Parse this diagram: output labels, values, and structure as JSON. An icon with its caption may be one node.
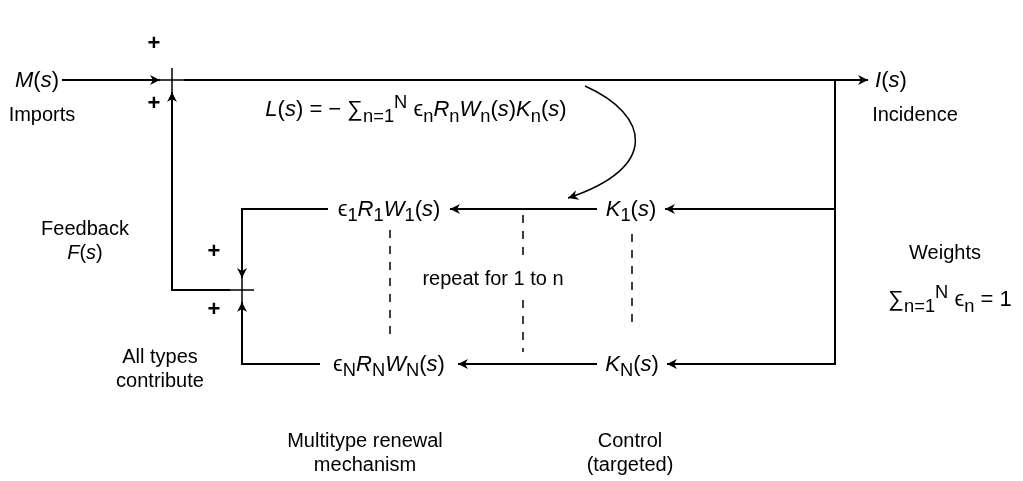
{
  "diagram": {
    "nodes": [
      {
        "text": [
          "*M*(*s*)"
        ],
        "beside": [
          "Imports"
        ]
      },
      {
        "text": [],
        "shape": "cross",
        "beside": [
          "+",
          "+"
        ]
      },
      {
        "text": [
          "*I*(*s*)"
        ],
        "beside": [
          "Incidence"
        ]
      },
      {
        "text": [
          "ϵ$_{1}$*R*$_{1}$*W*$_{1}$(*s*)"
        ]
      },
      {
        "text": [
          "*K*$_{1}$(*s*)"
        ]
      },
      {
        "text": [],
        "shape": "cross",
        "beside": [
          "+",
          "+"
        ]
      },
      {
        "text": [
          "ϵ$_{N}$*R*$_{N}$*W*$_{N}$(*s*)"
        ]
      },
      {
        "text": [
          "*K*$_{N}$(*s*)"
        ]
      }
    ],
    "edges": [
      {
        "from": 0,
        "to": 1,
        "arrow": "to"
      },
      {
        "from": 1,
        "to": 2,
        "arrow": "to"
      },
      {
        "from": 1,
        "to": 4,
        "arrow": "to"
      },
      {
        "from": 1,
        "to": 7,
        "arrow": "to"
      },
      {
        "from": 4,
        "to": 3,
        "arrow": "to"
      },
      {
        "from": 7,
        "to": 6,
        "arrow": "to"
      },
      {
        "from": 3,
        "to": 5,
        "arrow": "to"
      },
      {
        "from": 6,
        "to": 5,
        "arrow": "to"
      },
      {
        "from": 5,
        "to": 1,
        "arrow": "to"
      }
    ],
    "labels": [
      "*L*(*s*) = − ∑$_{n=1}$$^{N}$ ϵ$_{n}$*R*$_{n}$*W*$_{n}$(*s*)*K*$_{n}$(*s*)",
      "Feedback *F*(*s*)",
      "repeat for 1 to n",
      "Weights",
      "∑$_{n=1}$$^{N}$ ϵ$_{n}$ = 1",
      "All types contribute",
      "Multitype renewal mechanism",
      "Control (targeted)"
    ]
  }
}
